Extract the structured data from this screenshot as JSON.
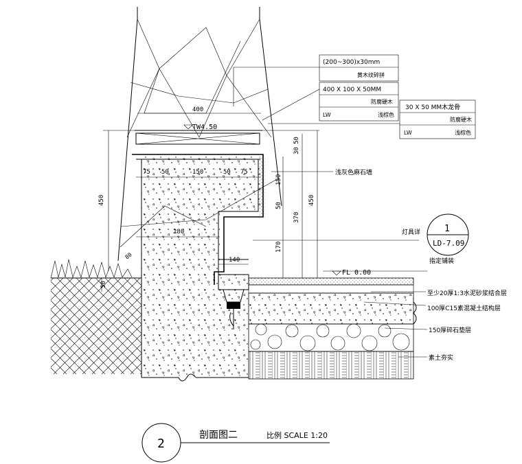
{
  "labels": {
    "wood_spec_size": "(200~300)x30mm",
    "wood_spec_name": "黄木纹碎拼",
    "beam_spec_size": "400 X 100 X 50MM",
    "beam_spec_name": "防腐硬木",
    "beam_spec_code": "LW",
    "beam_spec_color": "浅棕色",
    "joist_spec_size": "30 X 50 MM木龙骨",
    "joist_spec_name": "防腐硬木",
    "joist_spec_code": "LW",
    "joist_spec_color": "浅棕色",
    "curb_stone": "浅灰色麻石墙",
    "lamp_detail": "灯具详",
    "finish": "指定铺装",
    "mortar": "至少20厚1:3水泥砂浆结合层",
    "concrete": "100厚C15素混凝土结构层",
    "gravel": "150厚碎石垫层",
    "soil": "素土夯实",
    "tw_level": "TW4.50",
    "fl_level": "FL 0.00"
  },
  "dimensions": {
    "top_width": "400",
    "d75_left": "75",
    "d50_a": "50",
    "d150": "150",
    "d50_b": "50",
    "d75_right": "75",
    "wall_width": "280",
    "step_width": "140",
    "height_450_left": "450",
    "height_450_right": "450",
    "d30": "30",
    "d50_v": "50",
    "d150_v": "150",
    "d50_v2": "50",
    "d370": "370",
    "d170": "170",
    "d50_ground": "50",
    "d80": "80"
  },
  "callout": {
    "number": "1",
    "sheet": "LD-7.09"
  },
  "title": {
    "number": "2",
    "name": "剖面图二",
    "scale": "比例 SCALE 1:20"
  }
}
